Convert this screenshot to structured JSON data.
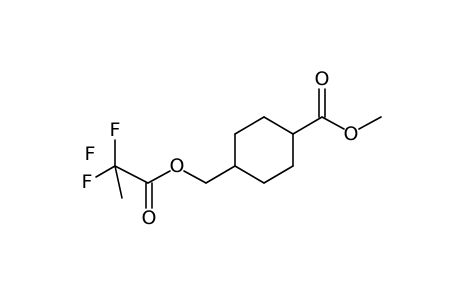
{
  "molecule": {
    "atoms": {
      "f_top": "F",
      "f_left": "F",
      "f_bottom": "F",
      "o_carbonyl_left": "O",
      "o_ester_left": "O",
      "o_carbonyl_right": "O",
      "o_ester_right": "O"
    },
    "colors": {
      "bond": "#000000",
      "label": "#000000",
      "background": "#ffffff"
    }
  }
}
